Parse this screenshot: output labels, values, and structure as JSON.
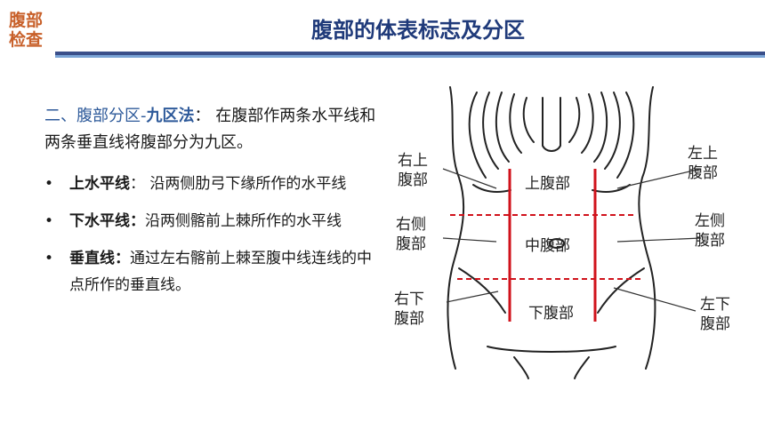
{
  "header": {
    "badge_line1": "腹部",
    "badge_line2": "检查",
    "title": "腹部的体表标志及分区"
  },
  "content": {
    "heading_prefix": "二、腹部分区-",
    "heading_method": "九区法",
    "heading_rest": "：  在腹部作两条水平线和两条垂直线将腹部分为九区。",
    "bullets": [
      {
        "term": "上水平线",
        "text": "：  沿两侧肋弓下缘所作的水平线"
      },
      {
        "term": "下水平线：",
        "text": "沿两侧髂前上棘所作的水平线"
      },
      {
        "term": "垂直线：",
        "text": "通过左右髂前上棘至腹中线连线的中点所作的垂直线。"
      }
    ],
    "bullet_mark": "•"
  },
  "diagram": {
    "regions": {
      "right_upper": [
        "右上",
        "腹部"
      ],
      "left_upper": [
        "左上",
        "腹部"
      ],
      "right_lateral": [
        "右侧",
        "腹部"
      ],
      "left_lateral": [
        "左侧",
        "腹部"
      ],
      "right_lower": [
        "右下",
        "腹部"
      ],
      "left_lower": [
        "左下",
        "腹部"
      ],
      "epigastric": "上腹部",
      "umbilical": "中腹部",
      "hypogastric": "下腹部"
    },
    "colors": {
      "vertical_line": "#d0121b",
      "horizontal_line": "#d0121b",
      "outline": "#222222"
    }
  }
}
